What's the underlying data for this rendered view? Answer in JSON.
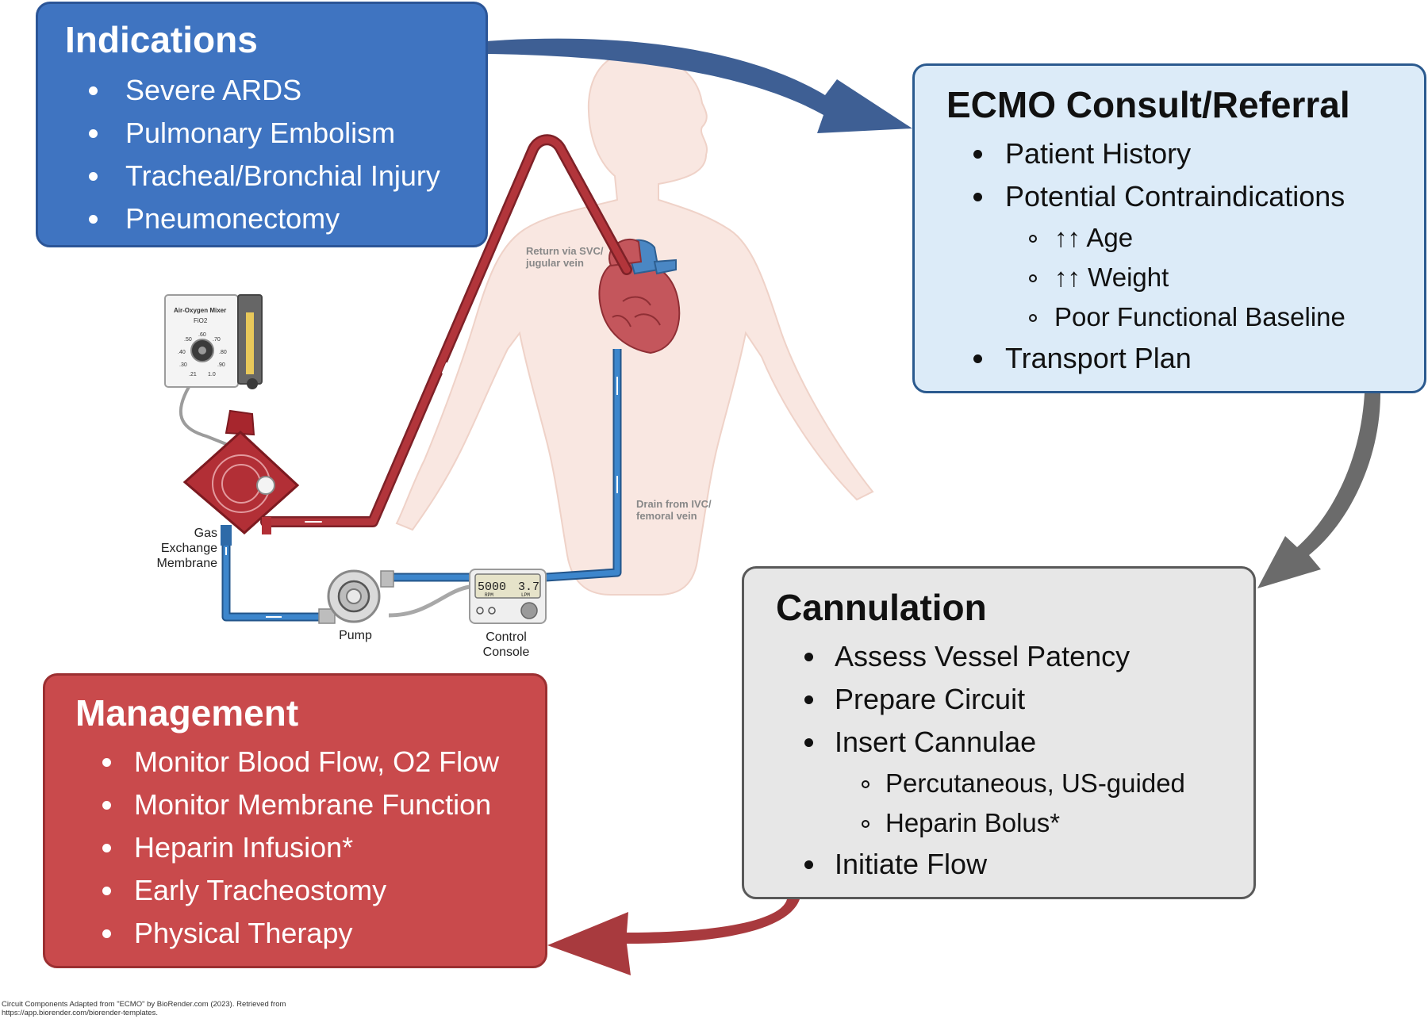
{
  "indications": {
    "title": "Indications",
    "items": [
      "Severe ARDS",
      "Pulmonary Embolism",
      "Tracheal/Bronchial Injury",
      "Pneumonectomy"
    ]
  },
  "ecmo": {
    "title": "ECMO Consult/Referral",
    "item1": "Patient History",
    "item2": "Potential Contraindications",
    "sub": [
      "↑↑ Age",
      "↑↑ Weight",
      "Poor Functional Baseline"
    ],
    "item3": "Transport Plan"
  },
  "cannulation": {
    "title": "Cannulation",
    "item1": "Assess Vessel Patency",
    "item2": "Prepare Circuit",
    "item3": "Insert Cannulae",
    "sub": [
      "Percutaneous, US-guided",
      "Heparin Bolus*"
    ],
    "item4": "Initiate Flow"
  },
  "management": {
    "title": "Management",
    "items": [
      "Monitor Blood Flow, O2 Flow",
      "Monitor Membrane Function",
      "Heparin Infusion*",
      "Early Tracheostomy",
      "Physical Therapy"
    ]
  },
  "labels": {
    "return": "Return via SVC/ jugular vein",
    "drain": "Drain from IVC/ femoral vein",
    "gas": "Gas Exchange Membrane",
    "pump": "Pump",
    "console": "Control Console",
    "mixer_title": "Air-Oxygen Mixer",
    "mixer_sub": "FiO2",
    "mixer_ticks": [
      ".50",
      ".60",
      ".70",
      ".40",
      ".80",
      ".30",
      ".90",
      ".21",
      "1.0"
    ],
    "rpm_value": "5000",
    "rpm_unit": "RPM",
    "lpm_value": "3.7",
    "lpm_unit": "LPM"
  },
  "credit": "Circuit Components Adapted from \"ECMO\" by BioRender.com (2023). Retrieved from https://app.biorender.com/biorender-templates.",
  "colors": {
    "indications": "#3f74c1",
    "ecmo": "#dcebf8",
    "cannulation": "#e7e7e7",
    "management": "#c94a4c",
    "arterial": "#b2353b",
    "venous": "#3d86cc"
  }
}
